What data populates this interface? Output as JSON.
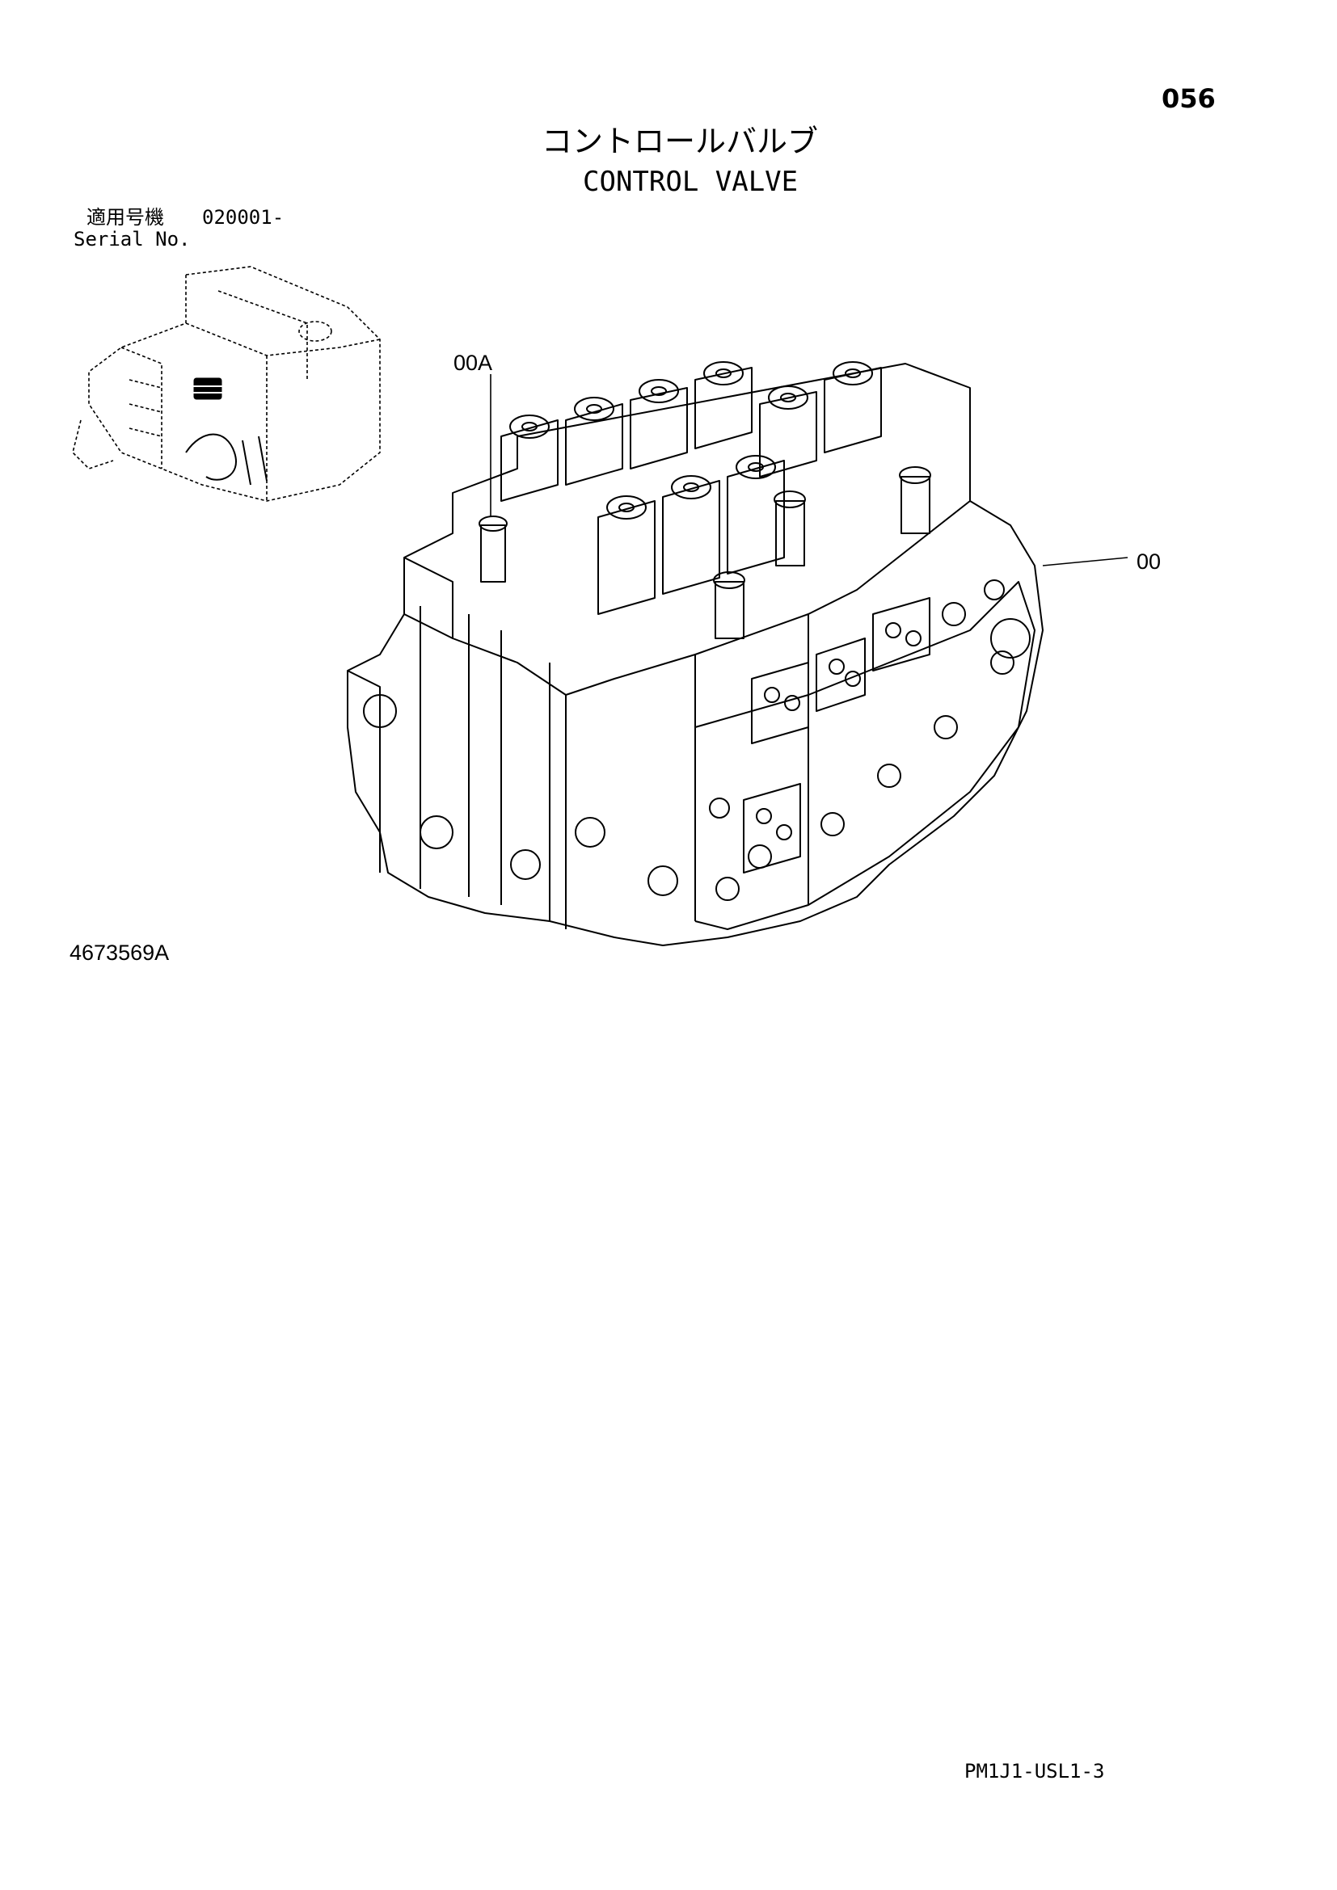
{
  "header": {
    "page_number": "056",
    "title_jp": "コントロールバルブ",
    "title_en": "CONTROL VALVE"
  },
  "serial": {
    "label_jp": "適用号機",
    "label_en": "Serial No.",
    "value": "020001-"
  },
  "callouts": {
    "assembly_sub": "00A",
    "assembly_main": "00"
  },
  "figure_id": "4673569A",
  "footer": {
    "code": "PM1J1-USL1-3"
  }
}
